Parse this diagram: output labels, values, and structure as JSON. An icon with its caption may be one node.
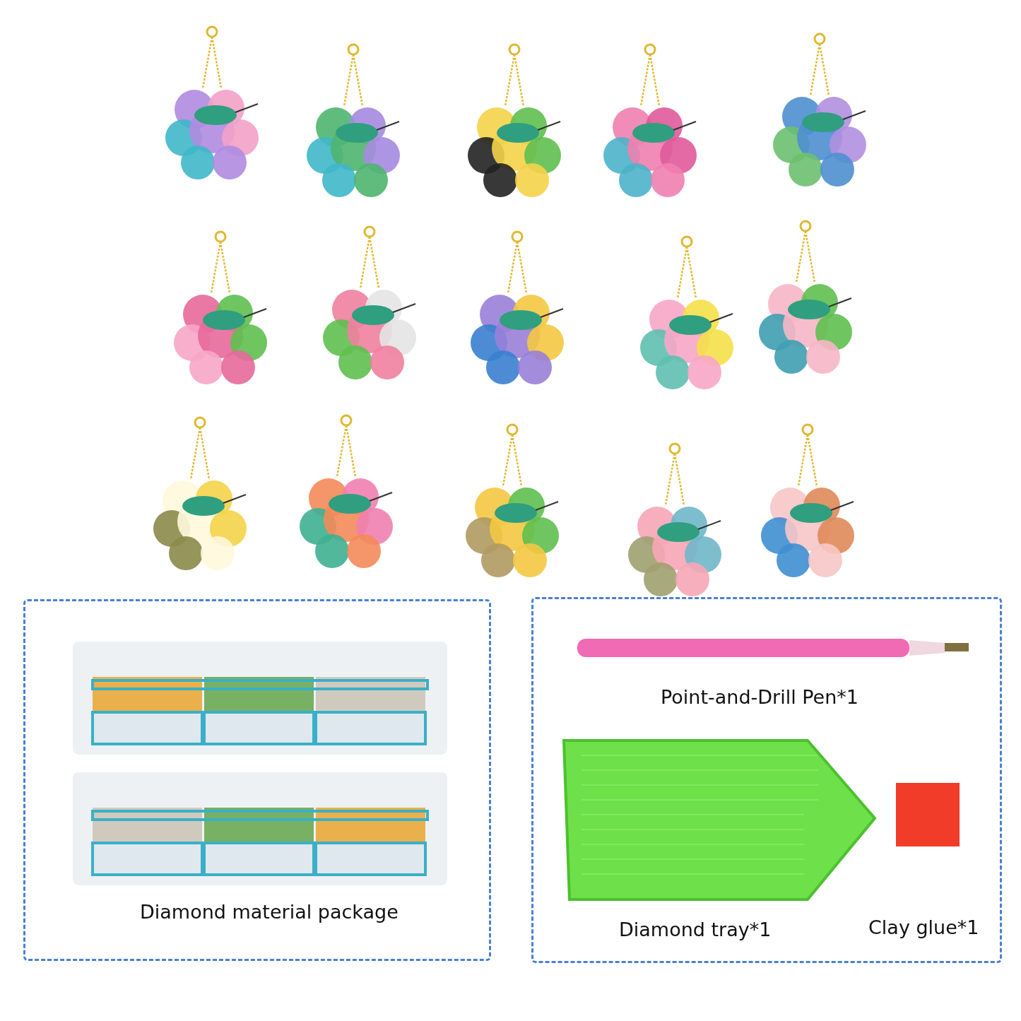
{
  "diagram": {
    "nodes": [
      {
        "text": [
          "Diamond material package"
        ]
      },
      {
        "text": [
          "Point-and-Drill Pen*1",
          "Diamond tray*1",
          "Clay glue*1"
        ]
      }
    ]
  }
}
